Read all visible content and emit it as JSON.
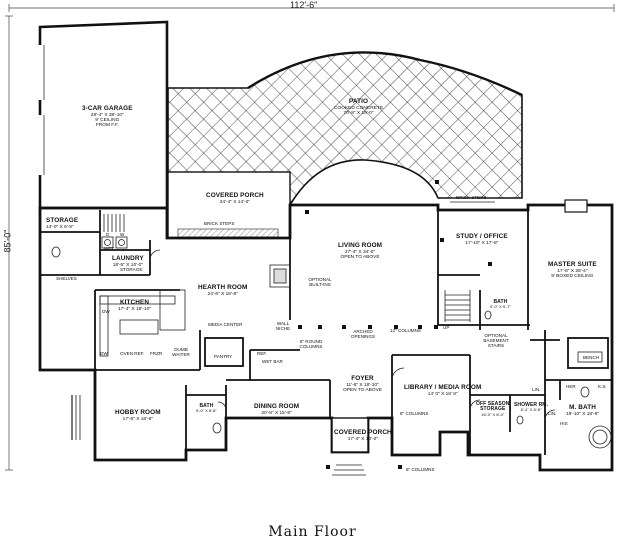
{
  "overall_width": "112'-6\"",
  "overall_depth": "85'-0\"",
  "title": "Main Floor",
  "rooms": [
    {
      "key": "garage",
      "name": "3-CAR GARAGE",
      "dims": "28'-4\" X 38'-10\"",
      "note1": "9' CEILING",
      "note2": "FROM F.F."
    },
    {
      "key": "patio",
      "name": "PATIO",
      "dims": "COOKED CONCRETE",
      "note1": "70'-8\" X 19'-0\""
    },
    {
      "key": "covered_porch_back",
      "name": "COVERED PORCH",
      "dims": "24'-4\" X 14'-0\""
    },
    {
      "key": "storage",
      "name": "STORAGE",
      "dims": "14'-0\" X 6'-8\""
    },
    {
      "key": "laundry",
      "name": "LAUNDRY",
      "dims": "18'-5\" X 10'-0\""
    },
    {
      "key": "living",
      "name": "LIVING ROOM",
      "dims": "27'-4\" X 34'-0\"",
      "note1": "OPEN TO ABOVE"
    },
    {
      "key": "study",
      "name": "STUDY / OFFICE",
      "dims": "17'-10\" X 17'-8\""
    },
    {
      "key": "master",
      "name": "MASTER SUITE",
      "dims": "17'-8\" X 28'-4\"",
      "note1": "9' BOXED CEILING"
    },
    {
      "key": "hearth",
      "name": "HEARTH ROOM",
      "dims": "24'-6\" X 18'-8\""
    },
    {
      "key": "kitchen",
      "name": "KITCHEN",
      "dims": "17'-4\" X 18'-10\""
    },
    {
      "key": "foyer",
      "name": "FOYER",
      "dims": "11'-6\" X 18'-10\"",
      "note1": "OPEN TO ABOVE"
    },
    {
      "key": "library",
      "name": "LIBRARY / MEDIA ROOM",
      "dims": "14' 0\" X 18' 8\""
    },
    {
      "key": "hobby",
      "name": "HOBBY ROOM",
      "dims": "17'-6\" X 18'-8\""
    },
    {
      "key": "dining",
      "name": "DINING ROOM",
      "dims": "20'-8\" X 15'-8\""
    },
    {
      "key": "covered_porch_front",
      "name": "COVERED PORCH",
      "dims": "17'-4\" X 10'-0\""
    },
    {
      "key": "mbath",
      "name": "M. BATH",
      "dims": "19'-10\" X 18'-8\""
    },
    {
      "key": "bath_small",
      "name": "BATH",
      "dims": "5'-0\" X 8'-8\""
    },
    {
      "key": "bath_study",
      "name": "BATH",
      "dims": "9'-0\" X 5'-7\""
    },
    {
      "key": "shower",
      "name": "SHOWER RM.",
      "dims": "8'-4\" X 8'-8\""
    },
    {
      "key": "offseason",
      "name": "OFF SEASON",
      "dims": "STORAGE",
      "note1": "16'-0\" X 8'-0\""
    }
  ],
  "notes": {
    "brick_steps_left": "BRICK STEPS",
    "brick_steps_right": "BRICK STEPS",
    "optional_builtins": "OPTIONAL BUILT-INS",
    "media_center": "MEDIA CENTER",
    "wall_niche": "WALL NICHE",
    "round_columns": "8\" ROUND COLUMNS",
    "arched_openings": "ARCHED OPENINGS",
    "columns_12": "12\" COLUMNS",
    "optional_basement": "OPTIONAL BASEMENT STAIRS",
    "columns_8_lib": "8\" COLUMNS",
    "columns_8_front": "8\" COLUMNS",
    "pantry": "PANTRY",
    "wet_bar": "WET BAR",
    "ref": "REF.",
    "dumb_waiter": "DUMB WAITER",
    "oven_ref": "OVEN REF.",
    "frzr": "FRZR",
    "dw": "DW",
    "shelves": "SHELVES",
    "storage_small": "STORAGE",
    "wet": "WET",
    "dryer": "D",
    "washer": "W",
    "bench": "BENCH",
    "up": "UP",
    "his": "HIS",
    "her": "HER",
    "lin1": "LIN.",
    "lin2": "LIN.",
    "ks": "K.S.",
    "dw2": "DW"
  }
}
